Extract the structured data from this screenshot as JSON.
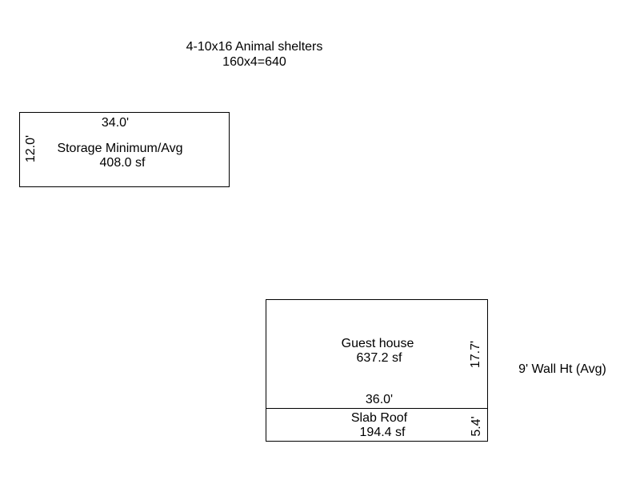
{
  "title": {
    "line1": "4-10x16 Animal shelters",
    "line2": "160x4=640"
  },
  "storage": {
    "name": "Storage Minimum/Avg",
    "area": "408.0 sf",
    "width_dim": "34.0'",
    "height_dim": "12.0'"
  },
  "guest_house": {
    "name": "Guest house",
    "area": "637.2 sf",
    "width_dim": "36.0'",
    "height_dim": "17.7'"
  },
  "slab_roof": {
    "name": "Slab Roof",
    "area": "194.4 sf",
    "height_dim": "5.4'"
  },
  "wall_note": "9' Wall Ht (Avg)"
}
